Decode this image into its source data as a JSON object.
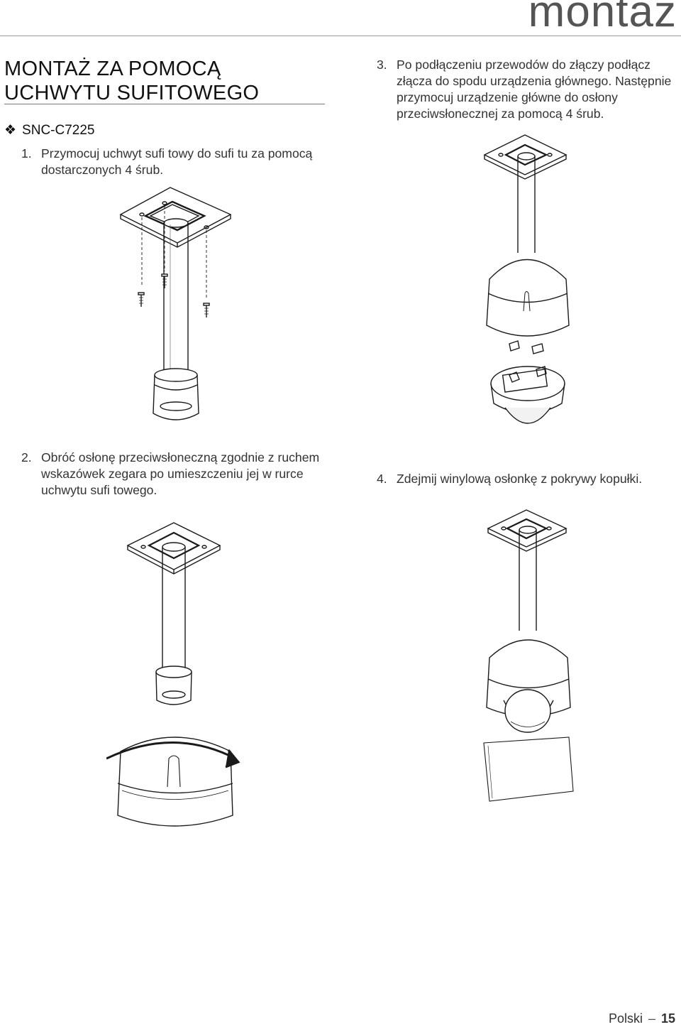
{
  "header": {
    "chapter_title": "montaż"
  },
  "section": {
    "title_line1": "MONTAŻ ZA POMOCĄ",
    "title_line2": "UCHWYTU SUFITOWEGO",
    "model_bullet": "❖",
    "model": "SNC-C7225"
  },
  "steps": [
    {
      "num": "1.",
      "text": "Przymocuj uchwyt sufi towy do sufi tu za pomocą dostarczonych 4 śrub."
    },
    {
      "num": "2.",
      "text": "Obróć osłonę przeciwsłoneczną zgodnie z ruchem wskazówek zegara po umieszczeniu jej w rurce uchwytu sufi towego."
    },
    {
      "num": "3.",
      "text": "Po podłączeniu przewodów do złączy podłącz złącza do spodu urządzenia głównego. Następnie przymocuj urządzenie główne do osłony przeciwsłonecznej za pomocą 4 śrub."
    },
    {
      "num": "4.",
      "text": "Zdejmij winylową osłonkę z pokrywy kopułki."
    }
  ],
  "footer": {
    "language": "Polski",
    "separator": "–",
    "page_number": "15"
  },
  "colors": {
    "line": "#1a1a1a",
    "rule": "#9a9a9a"
  }
}
